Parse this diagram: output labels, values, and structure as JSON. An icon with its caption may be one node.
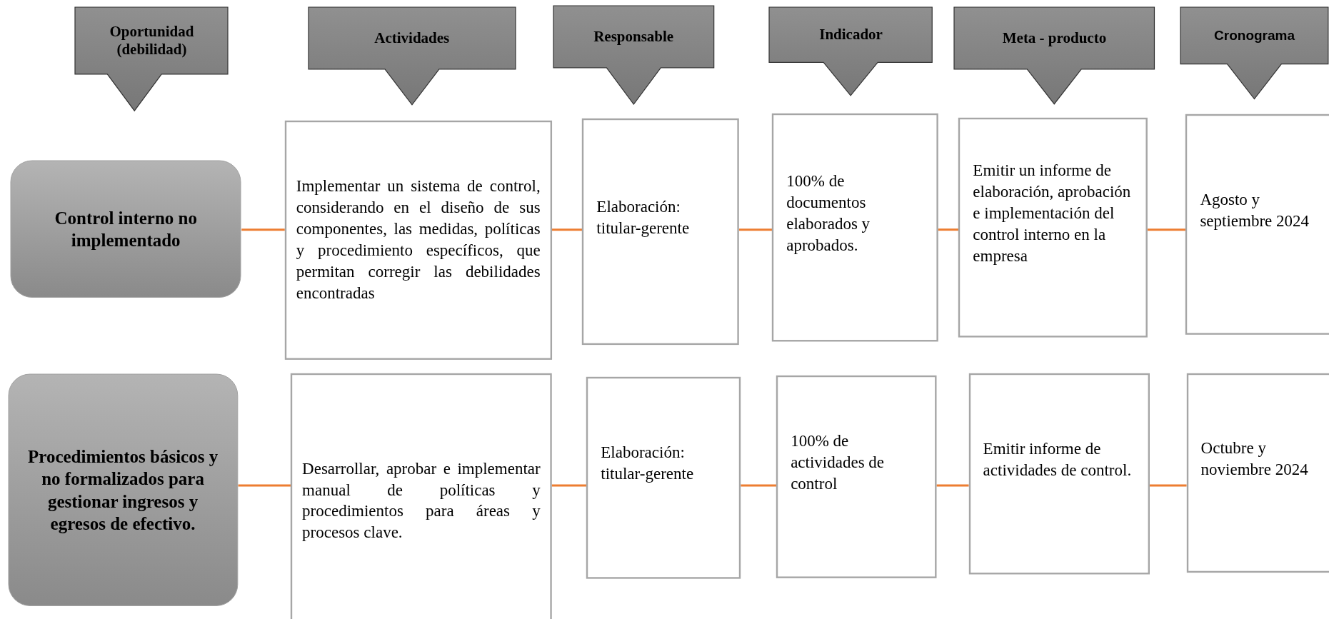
{
  "diagram": {
    "nodes": [
      {
        "text": [
          "Oportunidad (debilidad)"
        ]
      },
      {
        "text": [
          "Actividades"
        ]
      },
      {
        "text": [
          "Responsable"
        ]
      },
      {
        "text": [
          "Indicador"
        ]
      },
      {
        "text": [
          "Meta - producto"
        ]
      },
      {
        "text": [
          "Cronograma"
        ]
      },
      {
        "text": [
          "Control interno no implementado"
        ]
      },
      {
        "text": [
          "Implementar un sistema de control, considerando en el diseño de sus componentes, las medidas, políticas y procedimiento específicos, que permitan corregir las debilidades encontradas"
        ]
      },
      {
        "text": [
          "Elaboración: titular-gerente"
        ]
      },
      {
        "text": [
          "100% de documentos elaborados y aprobados."
        ]
      },
      {
        "text": [
          "Emitir un informe de elaboración, aprobación e implementación del control interno en la empresa"
        ]
      },
      {
        "text": [
          "Agosto y septiembre 2024"
        ]
      },
      {
        "text": [
          "Procedimientos básicos y no formalizados para gestionar ingresos y egresos de efectivo."
        ]
      },
      {
        "text": [
          "Desarrollar, aprobar e implementar manual de políticas y procedimientos para áreas y procesos clave."
        ]
      },
      {
        "text": [
          "Elaboración: titular-gerente"
        ]
      },
      {
        "text": [
          "100% de actividades de control"
        ]
      },
      {
        "text": [
          "Emitir informe de actividades de control."
        ]
      },
      {
        "text": [
          "Octubre y noviembre 2024"
        ]
      }
    ],
    "edges": [
      {
        "from": 6,
        "to": 7,
        "arrow": "none"
      },
      {
        "from": 7,
        "to": 8,
        "arrow": "none"
      },
      {
        "from": 8,
        "to": 9,
        "arrow": "none"
      },
      {
        "from": 9,
        "to": 10,
        "arrow": "none"
      },
      {
        "from": 10,
        "to": 11,
        "arrow": "none"
      },
      {
        "from": 12,
        "to": 13,
        "arrow": "none"
      },
      {
        "from": 13,
        "to": 14,
        "arrow": "none"
      },
      {
        "from": 14,
        "to": 15,
        "arrow": "none"
      },
      {
        "from": 15,
        "to": 16,
        "arrow": "none"
      },
      {
        "from": 16,
        "to": 17,
        "arrow": "none"
      }
    ]
  }
}
